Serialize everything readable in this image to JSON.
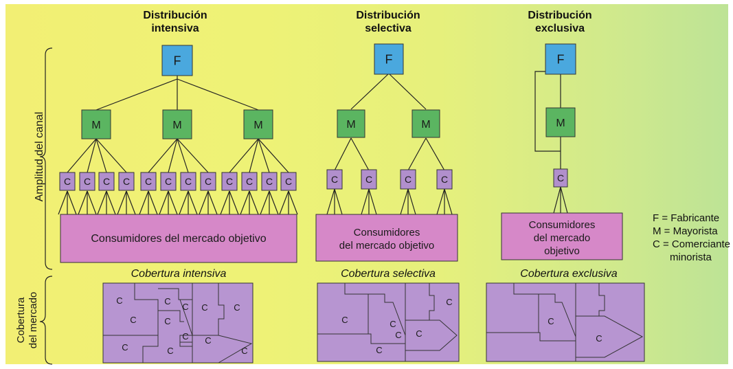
{
  "columns": [
    {
      "title_line1": "Distribución",
      "title_line2": "intensiva",
      "consumers": "Consumidores del mercado objetivo",
      "coverage": "Cobertura intensiva"
    },
    {
      "title_line1": "Distribución",
      "title_line2": "selectiva",
      "consumers_line1": "Consumidores",
      "consumers_line2": "del mercado objetivo",
      "coverage": "Cobertura selectiva"
    },
    {
      "title_line1": "Distribución",
      "title_line2": "exclusiva",
      "consumers_line1": "Consumidores",
      "consumers_line2": "del mercado",
      "consumers_line3": "objetivo",
      "coverage": "Cobertura exclusiva"
    }
  ],
  "axis": {
    "channel_width": "Amplitud del canal",
    "market_coverage_line1": "Cobertura",
    "market_coverage_line2": "del mercado"
  },
  "node_labels": {
    "manufacturer": "F",
    "wholesaler": "M",
    "retailer": "C"
  },
  "legend": {
    "f": "F = Fabricante",
    "m": "M = Mayorista",
    "c1": "C = Comerciante",
    "c2": "minorista"
  },
  "colors": {
    "manufacturer": "#4aa8de",
    "wholesaler": "#5bb561",
    "retailer": "#b18fcc",
    "consumers": "#d688c8",
    "region": "#b795d1"
  }
}
